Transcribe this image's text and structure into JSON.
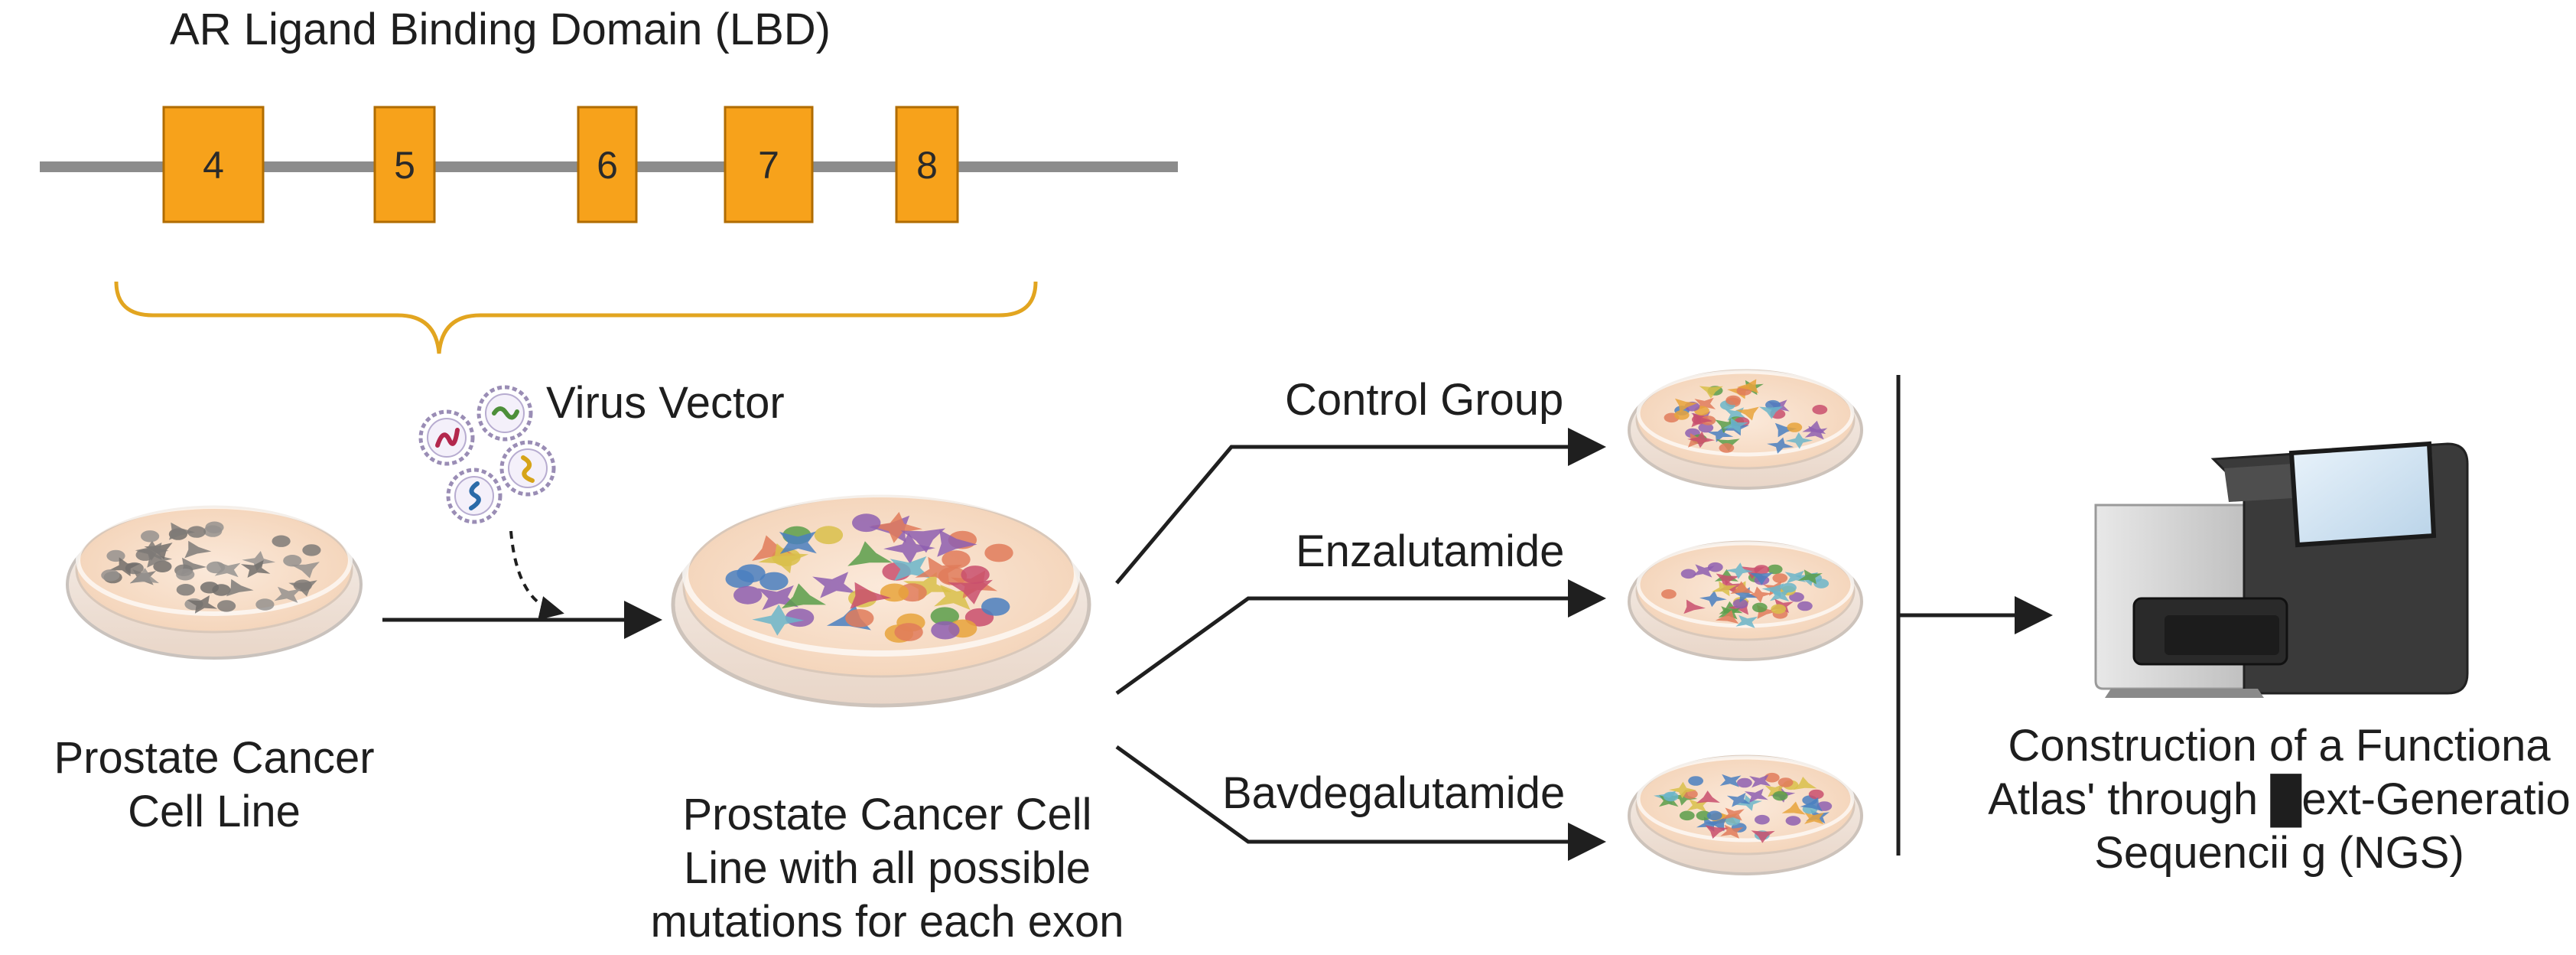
{
  "title": "AR Ligand Binding Domain (LBD)",
  "exons": [
    {
      "label": "4"
    },
    {
      "label": "5"
    },
    {
      "label": "6"
    },
    {
      "label": "7"
    },
    {
      "label": "8"
    }
  ],
  "virus_label": "Virus Vector",
  "source_cell_line": {
    "line1": "Prostate Cancer",
    "line2": "Cell Line"
  },
  "mutant_cell_line": {
    "line1": "Prostate Cancer Cell",
    "line2": "Line with all possible",
    "line3": "mutations for each exon"
  },
  "groups": [
    {
      "label": "Control Group"
    },
    {
      "label": "Enzalutamide"
    },
    {
      "label": "Bavdegalutamide"
    }
  ],
  "result": {
    "line1": "Construction of a Functiona",
    "line2": "Atlas' through █ext-Generatio",
    "line3": "Sequencii g (NGS)"
  },
  "colors": {
    "exon_fill": "#f7a21b",
    "exon_stroke": "#b06c00",
    "brace": "#e2a520",
    "backbone": "#8c8c8c",
    "arrow": "#1f1f1f",
    "dish_media": "#f8dfc9"
  },
  "icons": {
    "sequencer": "ngs-sequencer-icon",
    "virus": "virus-particle-icon",
    "dish": "petri-dish-icon"
  }
}
